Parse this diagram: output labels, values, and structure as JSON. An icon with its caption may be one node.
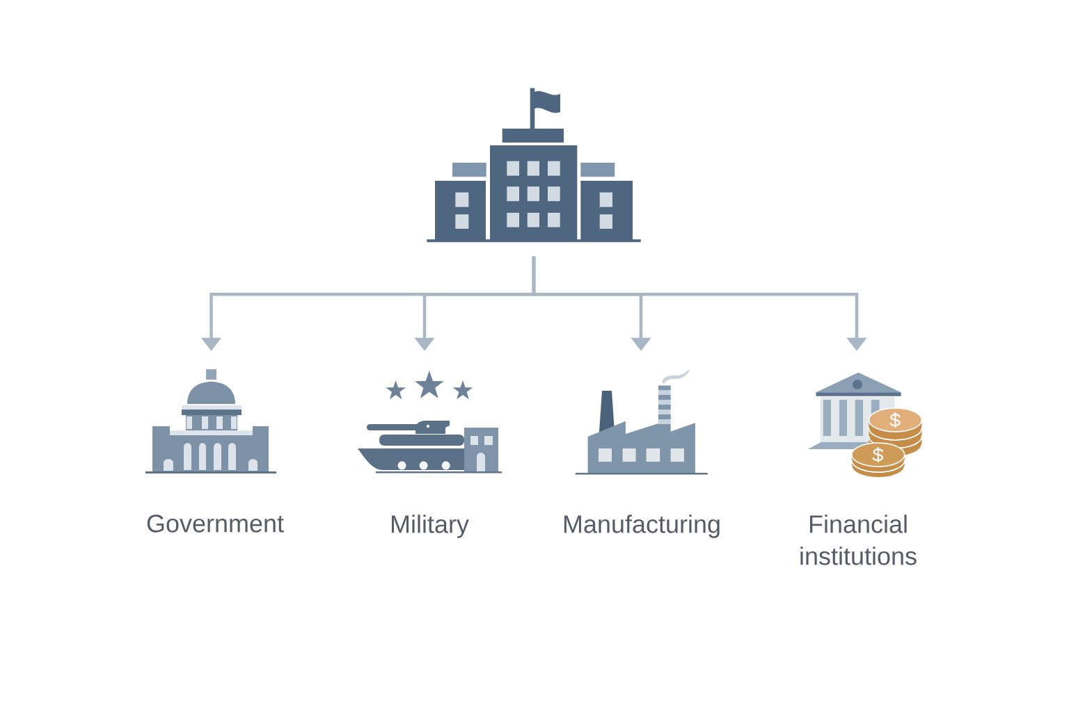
{
  "diagram": {
    "nodes": [
      {
        "text": [],
        "shape": "picture"
      },
      {
        "text": [],
        "shape": "picture",
        "beside": [
          "Government"
        ]
      },
      {
        "text": [],
        "shape": "picture",
        "beside": [
          "Military"
        ]
      },
      {
        "text": [],
        "shape": "picture",
        "beside": [
          "Manufacturing"
        ]
      },
      {
        "text": [],
        "shape": "picture",
        "beside": [
          "Financial institutions"
        ]
      }
    ],
    "edges": [
      {
        "from": 0,
        "to": 1,
        "arrow": "to"
      },
      {
        "from": 0,
        "to": 2,
        "arrow": "to"
      },
      {
        "from": 0,
        "to": 3,
        "arrow": "to"
      },
      {
        "from": 0,
        "to": 4,
        "arrow": "to"
      }
    ]
  }
}
